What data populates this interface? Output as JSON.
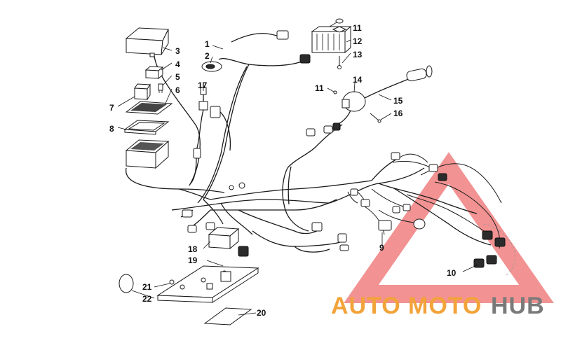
{
  "callouts": [
    {
      "id": "c1",
      "label": "1"
    },
    {
      "id": "c2",
      "label": "2"
    },
    {
      "id": "c3",
      "label": "3"
    },
    {
      "id": "c4",
      "label": "4"
    },
    {
      "id": "c5",
      "label": "5"
    },
    {
      "id": "c6",
      "label": "6"
    },
    {
      "id": "c7",
      "label": "7"
    },
    {
      "id": "c8",
      "label": "8"
    },
    {
      "id": "c9",
      "label": "9"
    },
    {
      "id": "c10",
      "label": "10"
    },
    {
      "id": "c11a",
      "label": "11"
    },
    {
      "id": "c11b",
      "label": "11"
    },
    {
      "id": "c12",
      "label": "12"
    },
    {
      "id": "c13",
      "label": "13"
    },
    {
      "id": "c14",
      "label": "14"
    },
    {
      "id": "c15",
      "label": "15"
    },
    {
      "id": "c16",
      "label": "16"
    },
    {
      "id": "c17",
      "label": "17"
    },
    {
      "id": "c18",
      "label": "18"
    },
    {
      "id": "c19",
      "label": "19"
    },
    {
      "id": "c20",
      "label": "20"
    },
    {
      "id": "c21",
      "label": "21"
    },
    {
      "id": "c22",
      "label": "22"
    }
  ],
  "watermark": {
    "part1": "AUTO",
    "part2": "MOTO",
    "part3": "HUB",
    "color_primary": "#f2a33a",
    "color_secondary": "#7a7a7a",
    "logo_color": "#f08080"
  }
}
